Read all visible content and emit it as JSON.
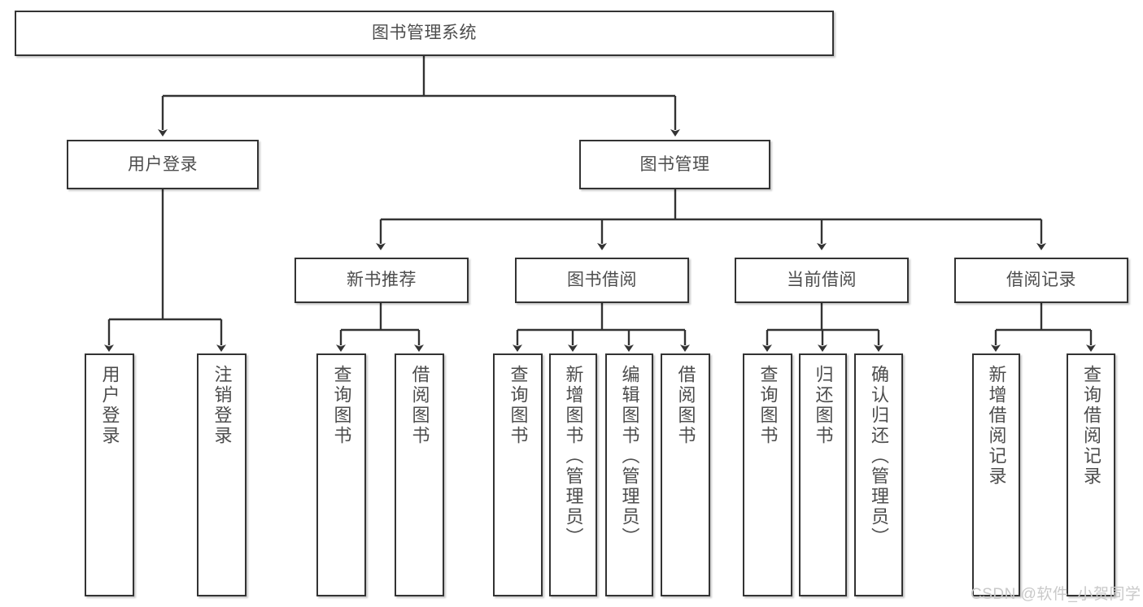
{
  "diagram": {
    "title": "图书管理系统",
    "type": "hierarchy-tree",
    "root": {
      "label": "图书管理系统"
    },
    "level2": [
      {
        "label": "用户登录"
      },
      {
        "label": "图书管理"
      }
    ],
    "level3": [
      {
        "label": "新书推荐"
      },
      {
        "label": "图书借阅"
      },
      {
        "label": "当前借阅"
      },
      {
        "label": "借阅记录"
      }
    ],
    "leaves": {
      "user_login": [
        {
          "label": "用户登录"
        },
        {
          "label": "注销登录"
        }
      ],
      "new_book_recommend": [
        {
          "label": "查询图书"
        },
        {
          "label": "借阅图书"
        }
      ],
      "book_borrow": [
        {
          "label": "查询图书"
        },
        {
          "label": "新增图书（管理员）"
        },
        {
          "label": "编辑图书（管理员）"
        },
        {
          "label": "借阅图书"
        }
      ],
      "current_borrow": [
        {
          "label": "查询图书"
        },
        {
          "label": "归还图书"
        },
        {
          "label": "确认归还（管理员）"
        }
      ],
      "borrow_record": [
        {
          "label": "新增借阅记录"
        },
        {
          "label": "查询借阅记录"
        }
      ]
    }
  },
  "watermark": {
    "text": "CSDN @软件_小贺同学"
  },
  "colors": {
    "border": "#333333",
    "text": "#4d4d4d",
    "background": "#ffffff",
    "connector": "#333333",
    "watermark": "#c9c9c9"
  }
}
